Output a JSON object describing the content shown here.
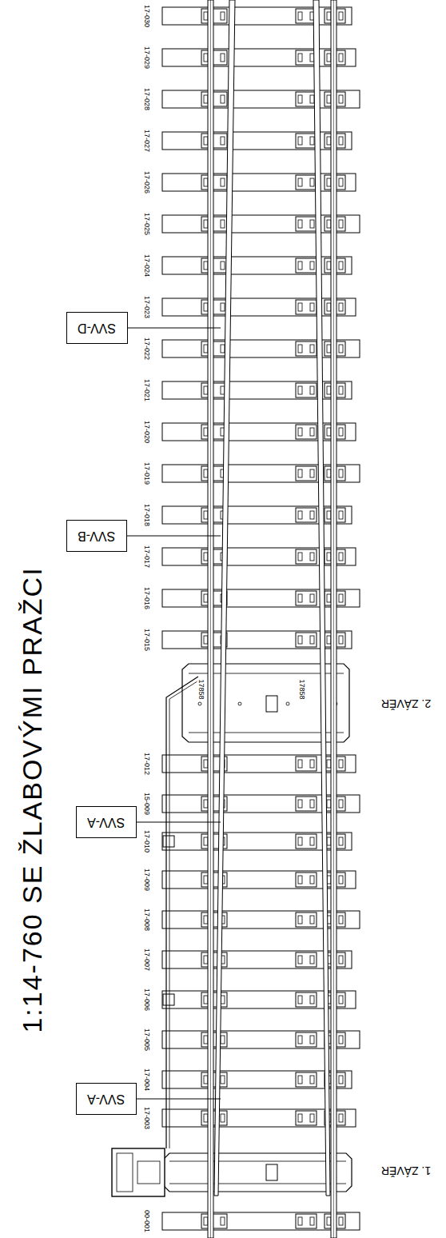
{
  "diagram": {
    "title": "1:14-760 SE ŽLABOVÝMI PRAŽCI",
    "nodes": [
      {
        "text": [
          "SVV-D"
        ]
      },
      {
        "text": [
          "SVV-B"
        ]
      },
      {
        "text": [
          "SVV-A"
        ]
      },
      {
        "text": [
          "SVV-A"
        ]
      }
    ],
    "labels": [
      "17-030",
      "17-029",
      "17-028",
      "17-027",
      "17-026",
      "17-025",
      "17-024",
      "17-023",
      "17-022",
      "17-021",
      "17-020",
      "17-019",
      "17-018",
      "17-017",
      "17-016",
      "17-015",
      "2. ZÁVĚR",
      "17858",
      "17858",
      "17-012",
      "15-009",
      "17-010",
      "17-009",
      "17-008",
      "17-007",
      "17-006",
      "17-005",
      "17-004",
      "17-003",
      "1. ZÁVĚR",
      "00-001"
    ]
  }
}
